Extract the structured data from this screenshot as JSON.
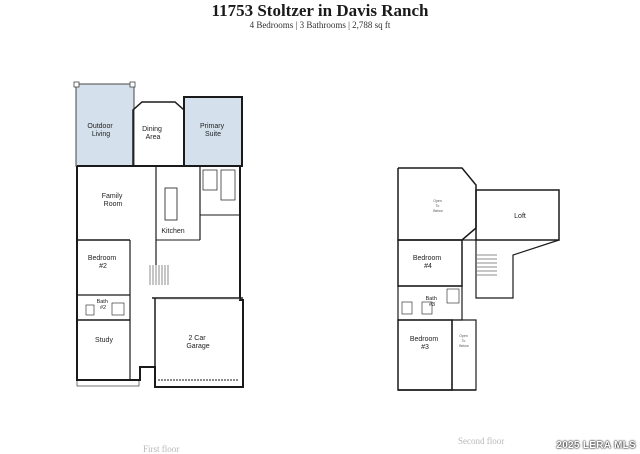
{
  "header": {
    "title": "11753 Stoltzer in Davis Ranch",
    "subtitle": "4 Bedrooms | 3 Bathrooms | 2,788 sq ft"
  },
  "first_floor": {
    "caption": "First floor",
    "rooms": {
      "outdoor_living": [
        "Outdoor",
        "Living"
      ],
      "dining": [
        "Dining",
        "Area"
      ],
      "primary_suite": [
        "Primary",
        "Suite"
      ],
      "family_room": [
        "Family",
        "Room"
      ],
      "kitchen": "Kitchen",
      "bedroom2": [
        "Bedroom",
        "#2"
      ],
      "bath2": [
        "Bath",
        "#2"
      ],
      "study": "Study",
      "garage": [
        "2 Car",
        "Garage"
      ]
    }
  },
  "second_floor": {
    "caption": "Second floor",
    "rooms": {
      "open_to_below_1": [
        "Open",
        "To",
        "Below"
      ],
      "loft": "Loft",
      "bedroom4": [
        "Bedroom",
        "#4"
      ],
      "bath3": [
        "Bath",
        "#3"
      ],
      "bedroom3": [
        "Bedroom",
        "#3"
      ],
      "open_to_below_2": [
        "Open",
        "To",
        "Below"
      ]
    }
  },
  "watermark": "2025 LERA MLS",
  "colors": {
    "covered_area": "#d4e0ec",
    "wall": "#1a1a1a",
    "caption": "#b8b8b8"
  }
}
